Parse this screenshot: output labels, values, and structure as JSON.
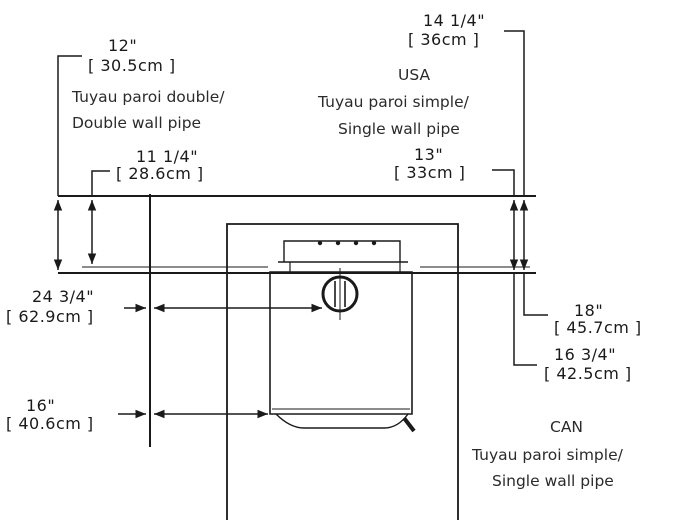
{
  "dimensions": {
    "double_wall_side": {
      "imperial": "12\"",
      "metric": "[ 30.5cm ]"
    },
    "double_wall_back": {
      "imperial": "11 1/4\"",
      "metric": "[ 28.6cm ]"
    },
    "usa_single_wall_side": {
      "imperial": "14 1/4\"",
      "metric": "[ 36cm ]"
    },
    "usa_single_wall_back": {
      "imperial": "13\"",
      "metric": "[ 33cm ]"
    },
    "flue_center_clearance": {
      "imperial": "24 3/4\"",
      "metric": "[ 62.9cm ]"
    },
    "stove_side_clearance": {
      "imperial": "16\"",
      "metric": "[ 40.6cm ]"
    },
    "can_single_wall_side": {
      "imperial": "18\"",
      "metric": "[ 45.7cm ]"
    },
    "can_single_wall_back": {
      "imperial": "16 3/4\"",
      "metric": "[ 42.5cm ]"
    }
  },
  "notes": {
    "double_wall": {
      "line1": "Tuyau paroi double/",
      "line2": "Double wall pipe"
    },
    "usa": {
      "region": "USA",
      "line1": "Tuyau paroi simple/",
      "line2": "Single wall pipe"
    },
    "can": {
      "region": "CAN",
      "line1": "Tuyau paroi simple/",
      "line2": "Single wall pipe"
    }
  },
  "colors": {
    "ink": "#1a1a1a",
    "label": "#2b2b2b",
    "background": "#ffffff"
  }
}
